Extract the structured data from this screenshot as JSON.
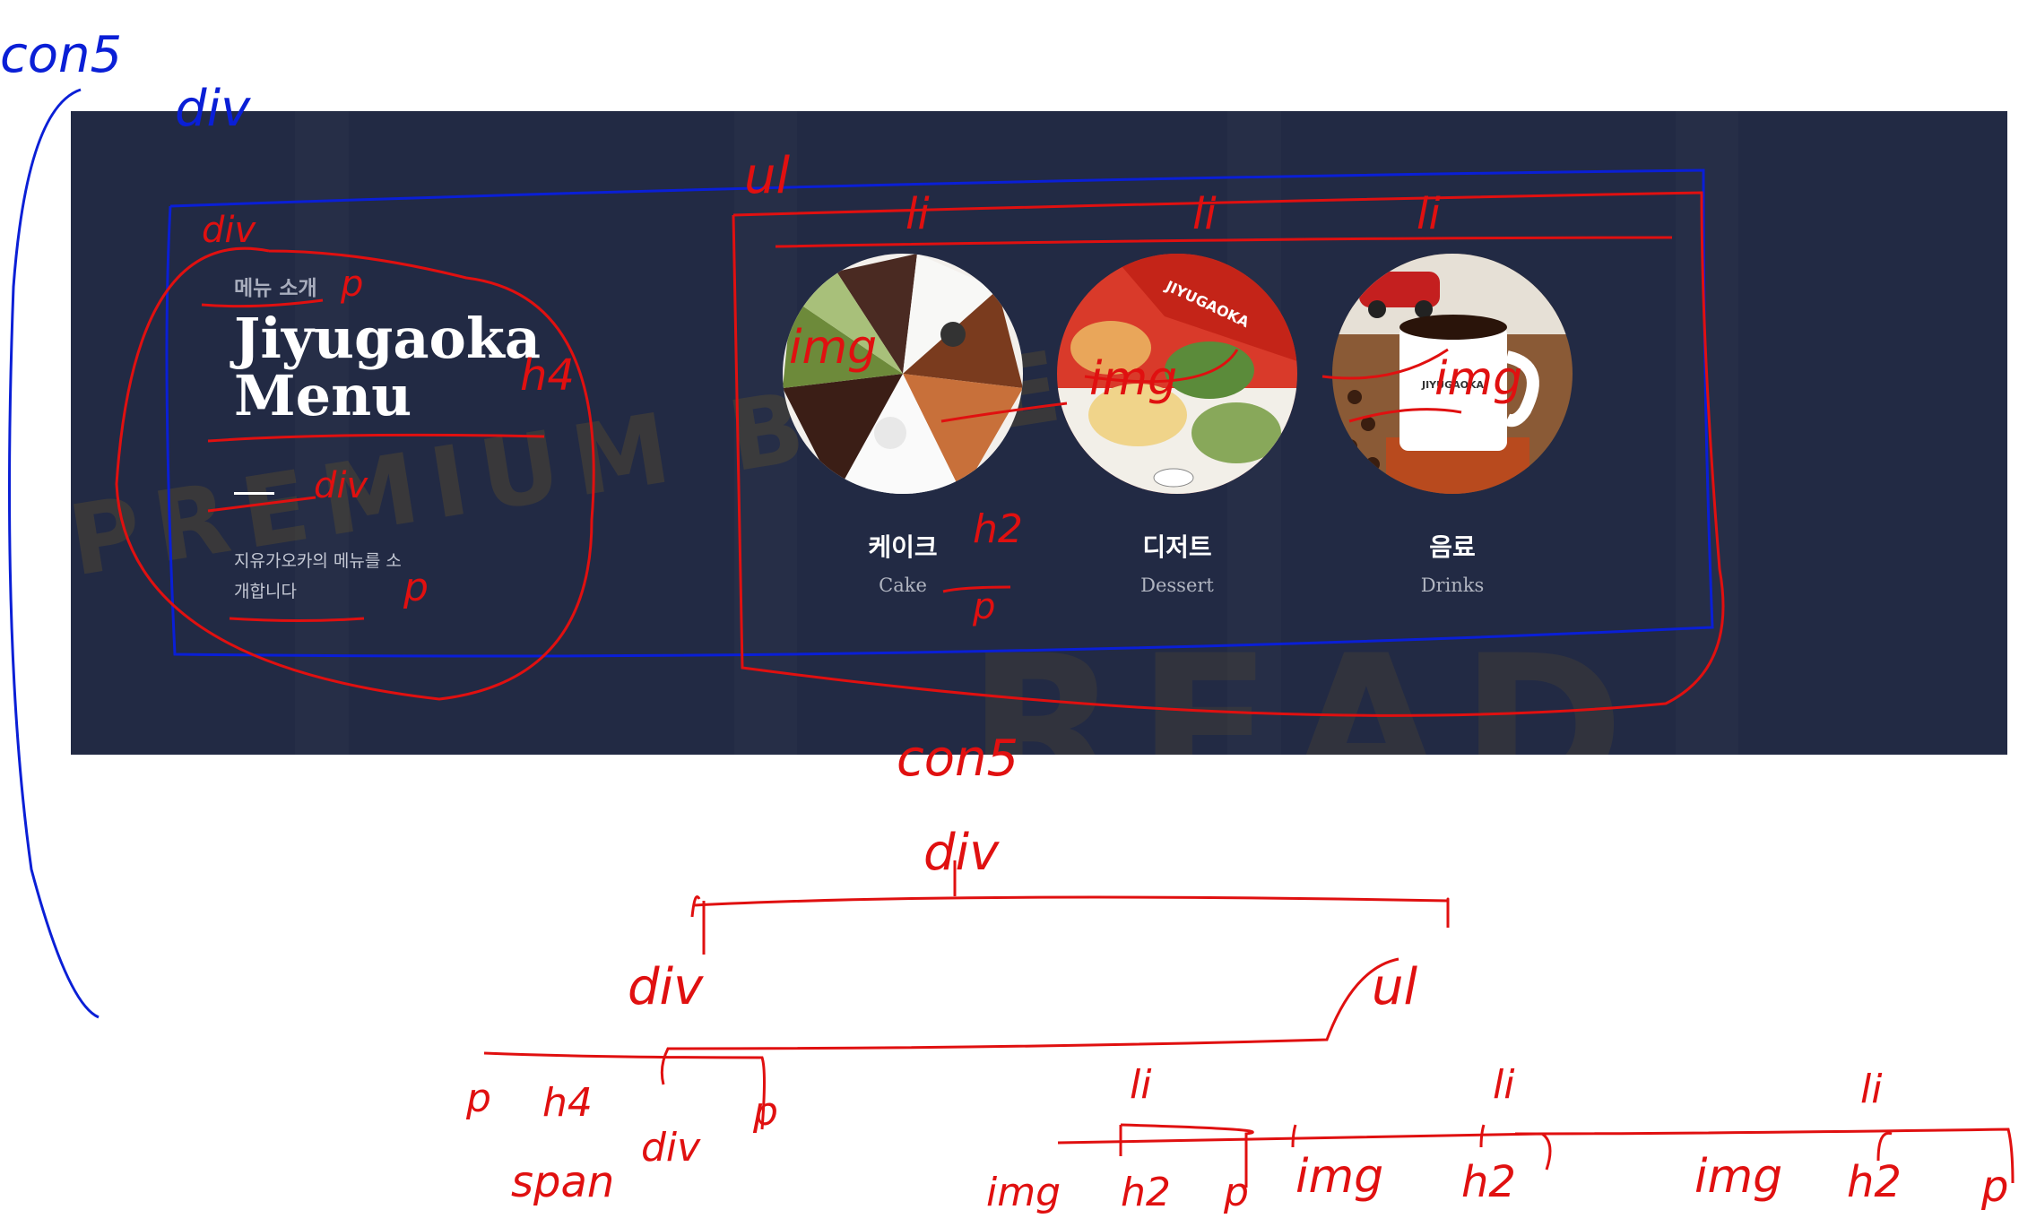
{
  "banner": {
    "background_words": [
      "PREMIUM BAKERY",
      "READ"
    ],
    "intro": {
      "eyebrow": "메뉴 소개",
      "title_line1": "Jiyugaoka",
      "title_line2": "Menu",
      "description": "지유가오카의 메뉴를 소개합니다"
    },
    "menu_items": [
      {
        "title": "케이크",
        "subtitle": "Cake",
        "image_icon": "cake-photo"
      },
      {
        "title": "디저트",
        "subtitle": "Dessert",
        "image_icon": "macaron-photo",
        "brand_text": "JIYUGAOKA"
      },
      {
        "title": "음료",
        "subtitle": "Drinks",
        "image_icon": "coffee-photo",
        "brand_text": "JIYUGAOKA"
      }
    ]
  },
  "annotations": {
    "top_left": [
      "con5",
      "div"
    ],
    "boxes": [
      "div",
      "ul",
      "li",
      "li",
      "li",
      "img",
      "img",
      "img",
      "p",
      "h4",
      "div",
      "p",
      "h2",
      "p"
    ],
    "tree": {
      "root": "con5",
      "level1": "div",
      "left_branch": "div",
      "right_branch": "ul",
      "left_children": [
        "p",
        "h4",
        "div",
        "p"
      ],
      "left_sub": "span",
      "li_labels": [
        "li",
        "li",
        "li"
      ],
      "li_children": [
        [
          "img",
          "h2",
          "p"
        ],
        [
          "img",
          "h2"
        ],
        [
          "img",
          "h2",
          "p"
        ]
      ]
    }
  },
  "colors": {
    "banner": "#222a44",
    "blue_ink": "#0a1fd6",
    "red_ink": "#e01010"
  }
}
